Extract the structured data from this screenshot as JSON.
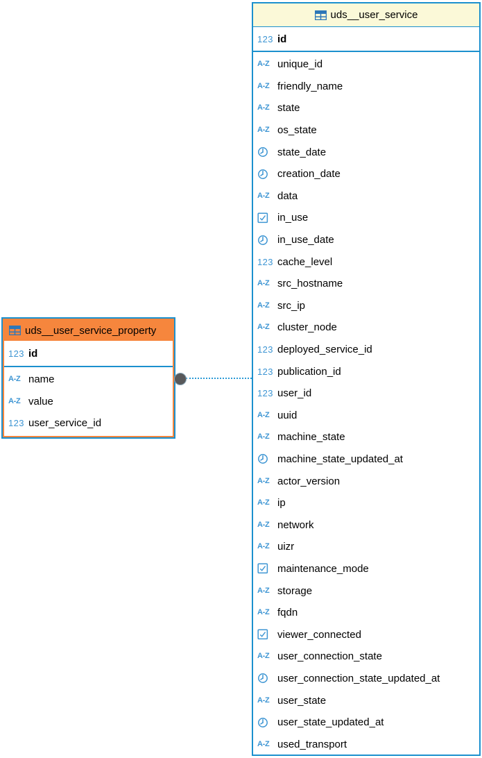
{
  "diagram": {
    "kind": "database-erd",
    "colors": {
      "frame_blue": "#1b90ce",
      "icon_blue": "#3d95d3",
      "selected_orange": "#f6863d",
      "header_yellow": "#fbf9d8",
      "connector_gray": "#58595b",
      "background": "#ffffff"
    },
    "type_icon_legend": {
      "number": "123",
      "text": "A-Z",
      "datetime": "clock-icon",
      "boolean": "checkbox-icon",
      "table": "table-icon"
    }
  },
  "tables": [
    {
      "id": "uds_user_service_property",
      "title": "uds__user_service_property",
      "selected": true,
      "primary_key": {
        "name": "id",
        "type": "number"
      },
      "columns": [
        {
          "name": "name",
          "type": "text"
        },
        {
          "name": "value",
          "type": "text"
        },
        {
          "name": "user_service_id",
          "type": "number"
        }
      ]
    },
    {
      "id": "uds_user_service",
      "title": "uds__user_service",
      "selected": false,
      "primary_key": {
        "name": "id",
        "type": "number"
      },
      "columns": [
        {
          "name": "unique_id",
          "type": "text"
        },
        {
          "name": "friendly_name",
          "type": "text"
        },
        {
          "name": "state",
          "type": "text"
        },
        {
          "name": "os_state",
          "type": "text"
        },
        {
          "name": "state_date",
          "type": "datetime"
        },
        {
          "name": "creation_date",
          "type": "datetime"
        },
        {
          "name": "data",
          "type": "text"
        },
        {
          "name": "in_use",
          "type": "boolean"
        },
        {
          "name": "in_use_date",
          "type": "datetime"
        },
        {
          "name": "cache_level",
          "type": "number"
        },
        {
          "name": "src_hostname",
          "type": "text"
        },
        {
          "name": "src_ip",
          "type": "text"
        },
        {
          "name": "cluster_node",
          "type": "text"
        },
        {
          "name": "deployed_service_id",
          "type": "number"
        },
        {
          "name": "publication_id",
          "type": "number"
        },
        {
          "name": "user_id",
          "type": "number"
        },
        {
          "name": "uuid",
          "type": "text"
        },
        {
          "name": "machine_state",
          "type": "text"
        },
        {
          "name": "machine_state_updated_at",
          "type": "datetime"
        },
        {
          "name": "actor_version",
          "type": "text"
        },
        {
          "name": "ip",
          "type": "text"
        },
        {
          "name": "network",
          "type": "text"
        },
        {
          "name": "uizr",
          "type": "text"
        },
        {
          "name": "maintenance_mode",
          "type": "boolean"
        },
        {
          "name": "storage",
          "type": "text"
        },
        {
          "name": "fqdn",
          "type": "text"
        },
        {
          "name": "viewer_connected",
          "type": "boolean"
        },
        {
          "name": "user_connection_state",
          "type": "text"
        },
        {
          "name": "user_connection_state_updated_at",
          "type": "datetime"
        },
        {
          "name": "user_state",
          "type": "text"
        },
        {
          "name": "user_state_updated_at",
          "type": "datetime"
        },
        {
          "name": "used_transport",
          "type": "text"
        }
      ]
    }
  ],
  "relation": {
    "from_table": "uds__user_service_property",
    "to_table": "uds__user_service",
    "line_style": "dotted"
  }
}
